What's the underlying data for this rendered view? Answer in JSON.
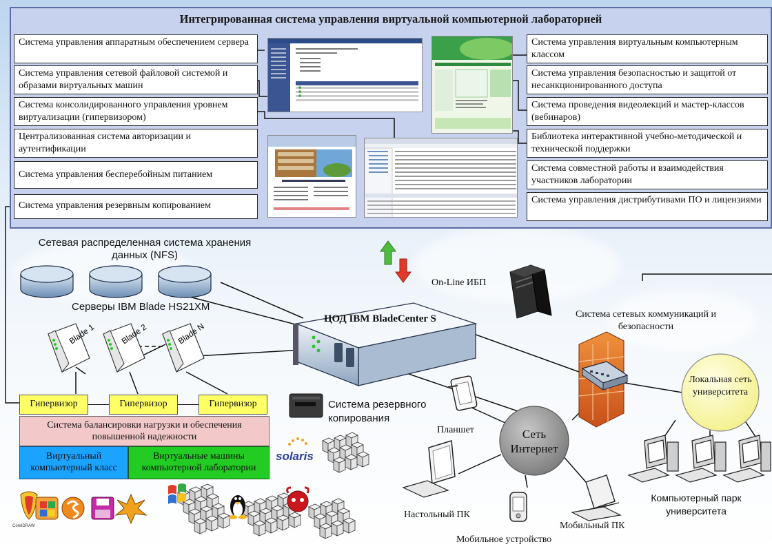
{
  "panel": {
    "title": "Интегрированная система управления виртуальной компьютерной лабораторией",
    "left_items": [
      "Система управления аппаратным обеспечением сервера",
      "Система управления сетевой файловой системой и образами виртуальных машин",
      "Система консолидированного управления уровнем виртуализации (гипервизором)",
      "Централизованная система авторизации и аутентификации",
      "Система управления бесперебойным питанием",
      "Система управления резервным копированием"
    ],
    "right_items": [
      "Система управления виртуальным компьютерным классом",
      "Система управления безопасностью и защитой от несанкционированного доступа",
      "Система проведения видеолекций и мастер-классов (вебинаров)",
      "Библиотека интерактивной учебно-методической и технической поддержки",
      "Система совместной работы и взаимодействия участников лаборатории",
      "Система управления дистрибутивами ПО и лицензиями"
    ]
  },
  "diagram": {
    "nfs_label": "Сетевая распределенная система хранения данных (NFS)",
    "servers_label": "Серверы IBM Blade HS21XM",
    "blades": [
      "Blade 1",
      "Blade 2",
      "Blade N"
    ],
    "bladecenter_label": "ЦОД IBM BladeCenter S",
    "ups_label": "On-Line ИБП",
    "network_security_label": "Система сетевых коммуникаций и безопасности",
    "hypervisor_label": "Гипервизор",
    "backup_label": "Система резервного копирования",
    "balancing_label": "Система балансировки нагрузки и обеспечения повышенной надежности",
    "virtual_class_label": "Виртуальный компьютерный класс",
    "virtual_machines_label": "Виртуальные машины компьютерной лаборатории",
    "solaris_label": "solaris",
    "internet_label": "Сеть Интернет",
    "tablet_label": "Планшет",
    "desktop_label": "Настольный ПК",
    "mobile_device_label": "Мобильное устройство",
    "laptop_label": "Мобильный ПК",
    "lan_label": "Локальная сеть университета",
    "computer_park_label": "Компьютерный парк университета",
    "coreldraw_label": "CorelDRAW"
  },
  "colors": {
    "panel_bg": "#c7d3ee",
    "hypervisor": "#ffff66",
    "balancing": "#f2c8c8",
    "virtual_class": "#1aa3ff",
    "virtual_machines": "#22cc22",
    "lan": "#ffffc0",
    "internet": "#9a9a9a",
    "firewall": "#e8742a"
  }
}
